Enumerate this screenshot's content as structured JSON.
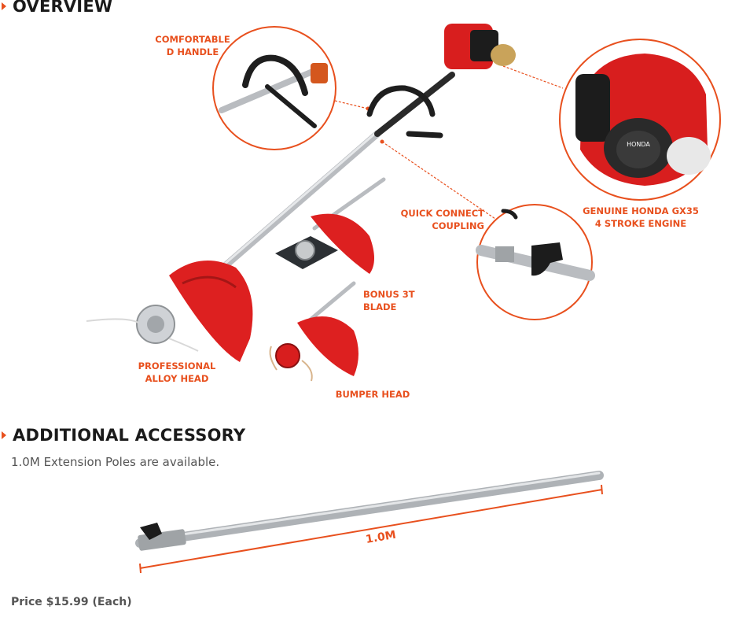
{
  "overview": {
    "title": "OVERVIEW",
    "callouts": {
      "handle": [
        "COMFORTABLE",
        "D HANDLE"
      ],
      "engine": [
        "GENUINE HONDA GX35",
        "4 STROKE ENGINE"
      ],
      "coupling": [
        "QUICK CONNECT",
        "COUPLING"
      ],
      "blade": "BONUS 3T BLADE",
      "alloy_head": [
        "PROFESSIONAL",
        "ALLOY HEAD"
      ],
      "bumper_head": "BUMPER HEAD"
    },
    "engine_badge": "HONDA"
  },
  "accessory": {
    "title": "ADDITIONAL ACCESSORY",
    "description": "1.0M Extension Poles are available.",
    "dimension_label": "1.0M",
    "price": "Price $15.99 (Each)"
  },
  "colors": {
    "accent": "#e8501e",
    "product_red": "#d81e1e"
  }
}
